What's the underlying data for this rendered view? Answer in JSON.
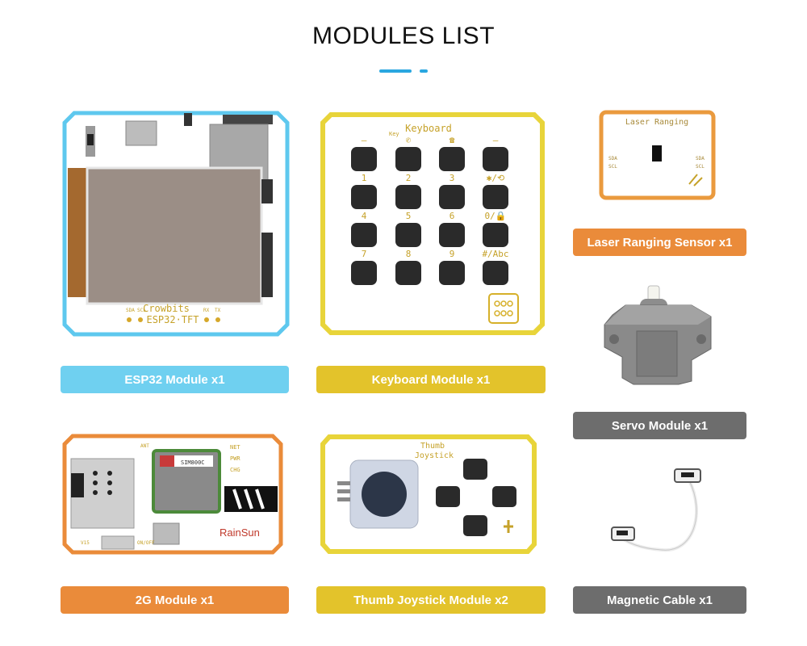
{
  "page": {
    "title": "MODULES LIST"
  },
  "colors": {
    "accent": "#2aa7e0",
    "esp32": "#6fd0f0",
    "keyboard": "#e3c32b",
    "laser": "#ea8b3a",
    "servo": "#6d6d6d",
    "gsm": "#ea8b3a",
    "joystick": "#e3c32b",
    "cable": "#6d6d6d"
  },
  "modules": {
    "esp32": {
      "label": "ESP32 Module x1",
      "board_text_1": "Crowbits",
      "board_text_2": "ESP32·TFT",
      "pins": [
        "SDA",
        "SCL",
        "RX",
        "TX"
      ]
    },
    "keyboard": {
      "label": "Keyboard Module x1",
      "board_title": "Keyboard",
      "side_text": "Key",
      "key_labels": [
        "—",
        "✆",
        "☎",
        "—",
        "1",
        "2",
        "3",
        "✱/⟲",
        "4",
        "5",
        "6",
        "0/🔒",
        "7",
        "8",
        "9",
        "#/Abc"
      ]
    },
    "laser": {
      "label": "Laser Ranging Sensor x1",
      "board_title": "Laser Ranging",
      "pins": [
        "SDA",
        "SCL",
        "SDA",
        "SCL"
      ]
    },
    "servo": {
      "label": "Servo Module x1"
    },
    "gsm": {
      "label": "2G Module x1",
      "chip_text": "SIM800C",
      "brand": "RainSun",
      "status_labels": [
        "NET",
        "PWR",
        "CHG"
      ],
      "side_text": "ON/OFF",
      "antenna_text": "ANT",
      "voltage": "V15"
    },
    "joystick": {
      "label": "Thumb Joystick Module x2",
      "board_title_1": "Thumb",
      "board_title_2": "Joystick"
    },
    "cable": {
      "label": "Magnetic Cable x1"
    }
  }
}
